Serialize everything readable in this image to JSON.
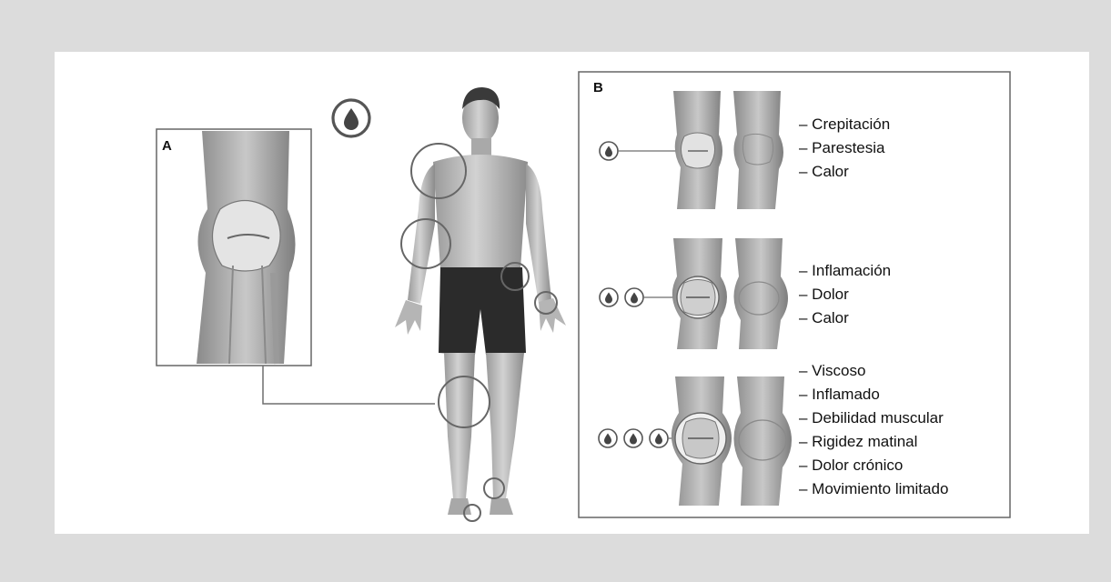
{
  "panel_a": {
    "label": "A"
  },
  "panel_b": {
    "label": "B",
    "stages": [
      {
        "drops": 1,
        "symptoms": [
          "– Crepitación",
          "– Parestesia",
          "– Calor"
        ]
      },
      {
        "drops": 2,
        "symptoms": [
          "– Inflamación",
          "– Dolor",
          "– Calor"
        ]
      },
      {
        "drops": 3,
        "symptoms": [
          "– Viscoso",
          "– Inflamado",
          "– Debilidad muscular",
          "– Rigidez matinal",
          "– Dolor crónico",
          "– Movimiento limitado"
        ]
      }
    ]
  },
  "legend_icon": "blood-drop-icon",
  "colors": {
    "background": "#dcdcdc",
    "card": "#ffffff",
    "line": "#6e6e6e",
    "skin": "#bdbdbd",
    "shorts": "#2b2b2b"
  }
}
